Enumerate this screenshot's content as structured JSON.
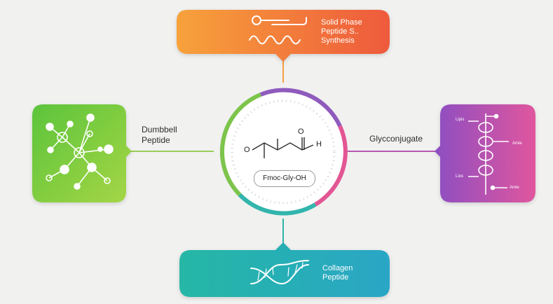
{
  "center": {
    "compound_label": "Fmoc-Gly-OH",
    "atom_o_left": "O",
    "atom_o_top": "O",
    "atom_h": "H"
  },
  "nodes": {
    "top": {
      "lines": [
        "Solid Phase",
        "Peptide S..",
        "Synthesis"
      ],
      "color_start": "#f7a23a",
      "color_end": "#ee5a3c"
    },
    "left": {
      "lines": [
        "Dumbbell",
        "Peptide"
      ],
      "color_start": "#5cc43b",
      "color_end": "#a6d646"
    },
    "right": {
      "lines": [
        "Glycconjugate"
      ],
      "color_start": "#8d4fc2",
      "color_end": "#e0559e",
      "icon_labels": {
        "top_left": "Lipis",
        "mid_right": "Amie",
        "bottom_left": "Lios",
        "bottom_right": "Amie"
      }
    },
    "bottom": {
      "lines": [
        "Collagen",
        "Peptide"
      ],
      "color_start": "#26b7a5",
      "color_end": "#2aa6c6"
    }
  },
  "colors": {
    "background": "#f1f1f0",
    "connector": "#9acd5a",
    "connector_top": "#f2a13e",
    "connector_right": "#b458b0",
    "connector_bottom": "#2fb3a8"
  }
}
